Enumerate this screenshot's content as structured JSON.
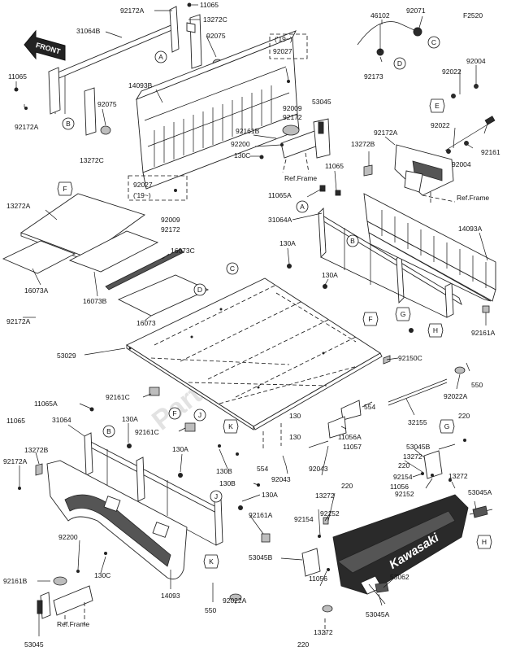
{
  "diagram_code": "F2520",
  "watermark": "PartsRepublik",
  "front_label": "FRONT",
  "brand_label": "Kawasaki",
  "ref_frame": "Ref.Frame",
  "year_19": "('19~)",
  "parts": {
    "p92172a": "92172A",
    "p11065": "11065",
    "p13272c": "13272C",
    "p31064b": "31064B",
    "p92075": "92075",
    "p14093b": "14093B",
    "p92027": "92027",
    "p92009": "92009",
    "p92172": "92172",
    "p46102": "46102",
    "p92071": "92071",
    "p92173": "92173",
    "p92004": "92004",
    "p92022": "92022",
    "p92161": "92161",
    "p53045": "53045",
    "p92161b": "92161B",
    "p92200": "92200",
    "p130c": "130C",
    "p13272b": "13272B",
    "p11065a": "11065A",
    "p31064a": "31064A",
    "p130a": "130A",
    "p14093a": "14093A",
    "p13272a": "13272A",
    "p16073c": "16073C",
    "p16073a": "16073A",
    "p16073b": "16073B",
    "p16073": "16073",
    "p92161a": "92161A",
    "p53029": "53029",
    "p92150c": "92150C",
    "p550": "550",
    "p92022a": "92022A",
    "p92161c": "92161C",
    "p554": "554",
    "p32155": "32155",
    "p31064": "31064",
    "p130": "130",
    "p11056a": "11056A",
    "p11057": "11057",
    "p220": "220",
    "p53045b": "53045B",
    "p13272": "13272",
    "p92154": "92154",
    "p11056": "11056",
    "p92152": "92152",
    "p53045a": "53045A",
    "p130b": "130B",
    "p92043": "92043",
    "p14093": "14093",
    "p53062": "53062"
  },
  "callouts": [
    "A",
    "B",
    "C",
    "D",
    "E",
    "F",
    "G",
    "H",
    "J",
    "K"
  ]
}
